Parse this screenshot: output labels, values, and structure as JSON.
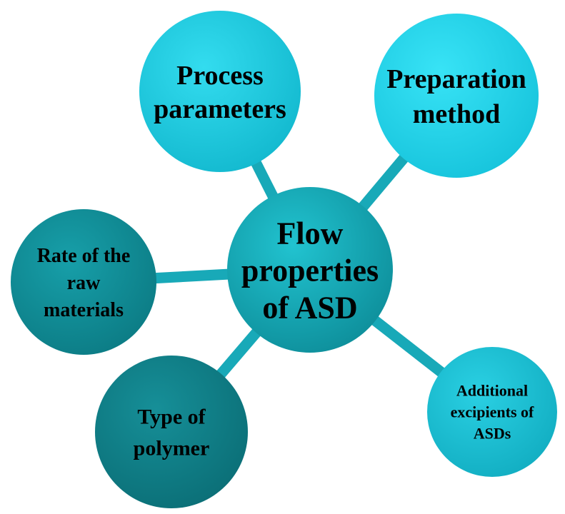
{
  "diagram": {
    "center": {
      "lines": [
        "Flow",
        "properties",
        "of ASD"
      ],
      "color_light": "#21c3d0",
      "color_dark": "#0e8f9b"
    },
    "nodes": [
      {
        "id": "process-parameters",
        "lines": [
          "Process",
          "parameters"
        ],
        "color_light": "#33dcef",
        "color_dark": "#13b9cf"
      },
      {
        "id": "preparation-method",
        "lines": [
          "Preparation",
          "method"
        ],
        "color_light": "#38e3f6",
        "color_dark": "#17c4dc"
      },
      {
        "id": "rate-of-raw-materials",
        "lines": [
          "Rate of the",
          "raw",
          "materials"
        ],
        "color_light": "#179fa9",
        "color_dark": "#0c7c85"
      },
      {
        "id": "type-of-polymer",
        "lines": [
          "Type of",
          "polymer"
        ],
        "color_light": "#168f98",
        "color_dark": "#0b6f77"
      },
      {
        "id": "additional-excipients",
        "lines": [
          "Additional",
          "excipients of",
          "ASDs"
        ],
        "color_light": "#2ad0e3",
        "color_dark": "#12aec2"
      }
    ]
  }
}
